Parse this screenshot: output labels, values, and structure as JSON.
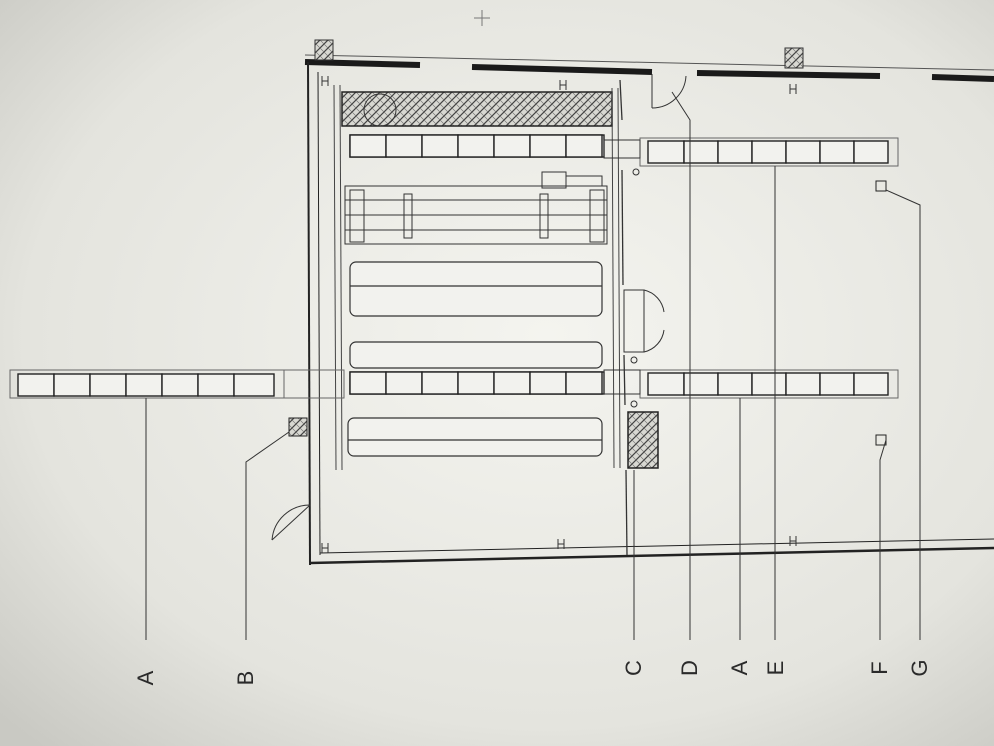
{
  "callouts": {
    "a_left": "A",
    "b": "B",
    "c": "C",
    "d": "D",
    "a_right": "A",
    "e": "E",
    "f": "F",
    "g": "G"
  },
  "colors": {
    "paper": "#e6e6e1",
    "ink": "#3a3a3a",
    "wall": "#1a1a1a"
  }
}
